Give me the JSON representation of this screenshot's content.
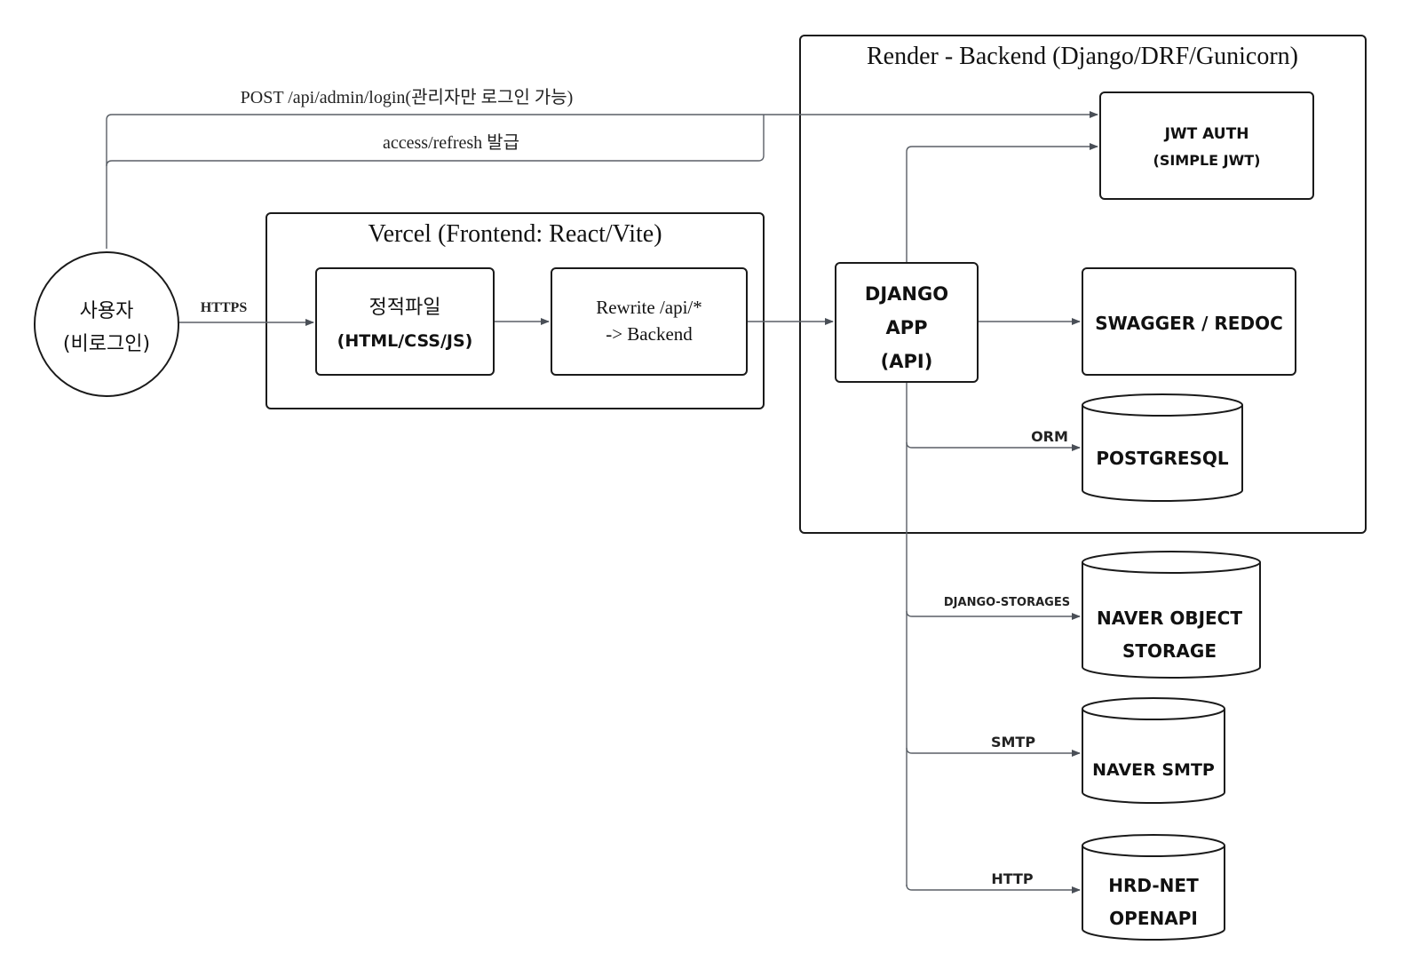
{
  "groups": {
    "render": {
      "title": "Render - Backend (Django/DRF/Gunicorn)"
    },
    "vercel": {
      "title": "Vercel (Frontend: React/Vite)"
    }
  },
  "nodes": {
    "user": {
      "line1": "사용자",
      "line2": "(비로그인)"
    },
    "static": {
      "line1": "정적파일",
      "line2": "(HTML/CSS/JS)"
    },
    "rewrite": {
      "line1": "Rewrite /api/*",
      "line2": "-> Backend"
    },
    "django": {
      "line1": "DJANGO",
      "line2": "APP",
      "line3": "(API)"
    },
    "jwt": {
      "line1": "JWT AUTH",
      "line2": "(SIMPLE JWT)"
    },
    "swagger": {
      "line1": "SWAGGER / REDOC"
    },
    "postgres": {
      "line1": "POSTGRESQL"
    },
    "storage": {
      "line1": "NAVER OBJECT",
      "line2": "STORAGE"
    },
    "smtp": {
      "line1": "NAVER SMTP"
    },
    "hrd": {
      "line1": "HRD-NET",
      "line2": "OPENAPI"
    }
  },
  "edges": {
    "login": "POST /api/admin/login(관리자만 로그인 가능)",
    "token": "access/refresh 발급",
    "https": "HTTPS",
    "orm": "ORM",
    "django_storages": "DJANGO-STORAGES",
    "smtp": "SMTP",
    "http": "HTTP"
  },
  "colors": {
    "stroke": "#1a1a1a",
    "connector": "#5a5f66",
    "background": "#ffffff"
  }
}
